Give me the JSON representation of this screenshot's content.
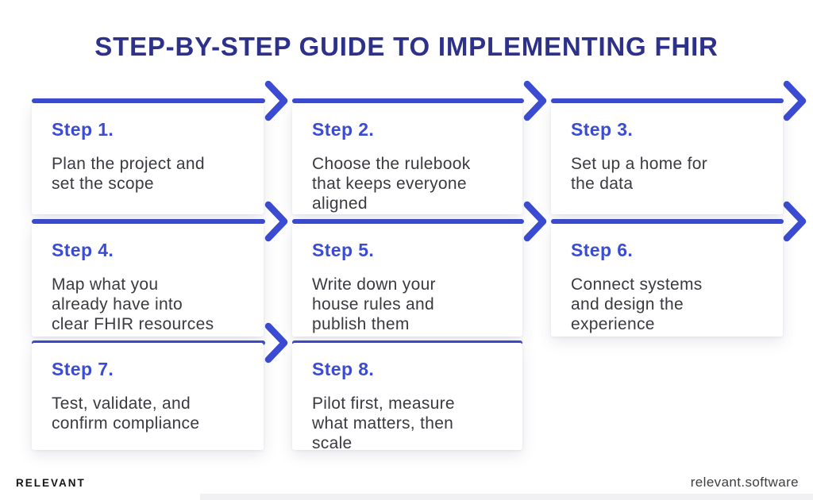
{
  "title": "STEP-BY-STEP GUIDE TO IMPLEMENTING FHIR",
  "colors": {
    "accent": "#3b4cd3",
    "title": "#2d3189",
    "body_text": "#3a3a40"
  },
  "steps": [
    {
      "label": "Step 1.",
      "text": "Plan the project and\nset the scope"
    },
    {
      "label": "Step 2.",
      "text": "Choose the rulebook\nthat keeps everyone\naligned"
    },
    {
      "label": "Step 3.",
      "text": "Set up a home for\nthe data"
    },
    {
      "label": "Step 4.",
      "text": "Map what you\nalready have into\nclear FHIR resources"
    },
    {
      "label": "Step 5.",
      "text": "Write down your\nhouse rules and\npublish them"
    },
    {
      "label": "Step 6.",
      "text": "Connect systems\nand design the\nexperience"
    },
    {
      "label": "Step 7.",
      "text": "Test, validate, and\nconfirm compliance"
    },
    {
      "label": "Step 8.",
      "text": "Pilot first, measure\nwhat matters, then\nscale"
    }
  ],
  "footer": {
    "brand": "RELEVANT",
    "website": "relevant.software"
  }
}
